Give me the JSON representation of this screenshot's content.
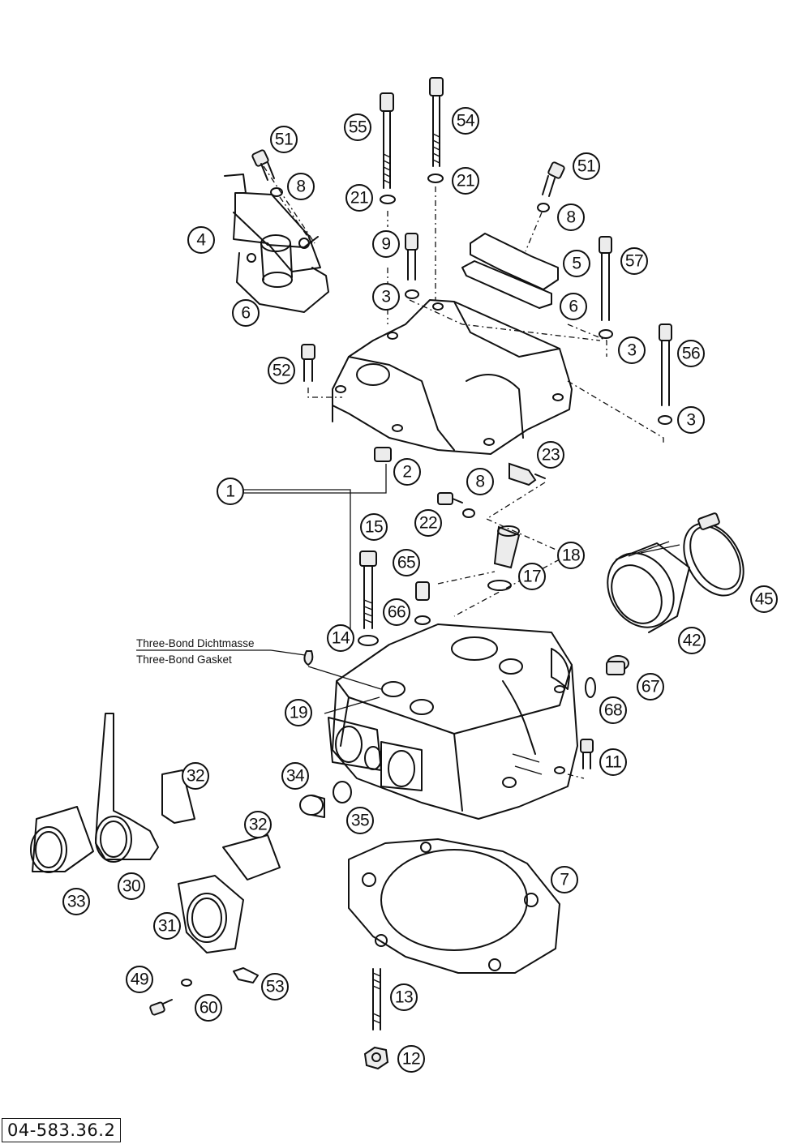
{
  "diagram": {
    "catalog_number": "04-583.36.2",
    "note_line_1": "Three-Bond Dichtmasse",
    "note_line_2": "Three-Bond Gasket",
    "callouts": [
      {
        "id": "c1",
        "label": "1"
      },
      {
        "id": "c2",
        "label": "2"
      },
      {
        "id": "c3a",
        "label": "3"
      },
      {
        "id": "c3b",
        "label": "3"
      },
      {
        "id": "c3c",
        "label": "3"
      },
      {
        "id": "c4",
        "label": "4"
      },
      {
        "id": "c5",
        "label": "5"
      },
      {
        "id": "c6a",
        "label": "6"
      },
      {
        "id": "c6b",
        "label": "6"
      },
      {
        "id": "c7",
        "label": "7"
      },
      {
        "id": "c8a",
        "label": "8"
      },
      {
        "id": "c8b",
        "label": "8"
      },
      {
        "id": "c8c",
        "label": "8"
      },
      {
        "id": "c9",
        "label": "9"
      },
      {
        "id": "c11",
        "label": "11"
      },
      {
        "id": "c12",
        "label": "12"
      },
      {
        "id": "c13",
        "label": "13"
      },
      {
        "id": "c14",
        "label": "14"
      },
      {
        "id": "c15",
        "label": "15"
      },
      {
        "id": "c17",
        "label": "17"
      },
      {
        "id": "c18",
        "label": "18"
      },
      {
        "id": "c19",
        "label": "19"
      },
      {
        "id": "c21a",
        "label": "21"
      },
      {
        "id": "c21b",
        "label": "21"
      },
      {
        "id": "c22",
        "label": "22"
      },
      {
        "id": "c23",
        "label": "23"
      },
      {
        "id": "c30",
        "label": "30"
      },
      {
        "id": "c31",
        "label": "31"
      },
      {
        "id": "c32a",
        "label": "32"
      },
      {
        "id": "c32b",
        "label": "32"
      },
      {
        "id": "c33",
        "label": "33"
      },
      {
        "id": "c34",
        "label": "34"
      },
      {
        "id": "c35",
        "label": "35"
      },
      {
        "id": "c42",
        "label": "42"
      },
      {
        "id": "c45",
        "label": "45"
      },
      {
        "id": "c49",
        "label": "49"
      },
      {
        "id": "c51a",
        "label": "51"
      },
      {
        "id": "c51b",
        "label": "51"
      },
      {
        "id": "c52",
        "label": "52"
      },
      {
        "id": "c53",
        "label": "53"
      },
      {
        "id": "c54",
        "label": "54"
      },
      {
        "id": "c55",
        "label": "55"
      },
      {
        "id": "c56",
        "label": "56"
      },
      {
        "id": "c57",
        "label": "57"
      },
      {
        "id": "c60",
        "label": "60"
      },
      {
        "id": "c65",
        "label": "65"
      },
      {
        "id": "c66",
        "label": "66"
      },
      {
        "id": "c67",
        "label": "67"
      },
      {
        "id": "c68",
        "label": "68"
      }
    ]
  }
}
